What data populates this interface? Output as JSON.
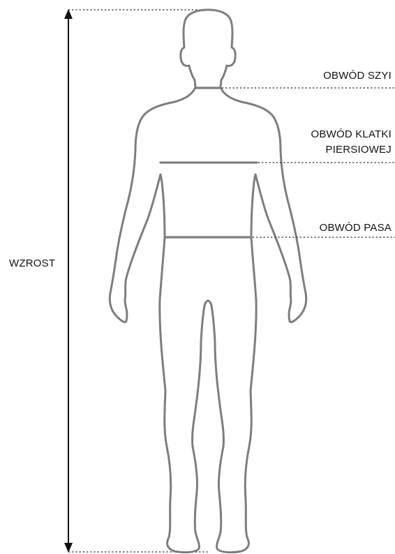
{
  "labels": {
    "neck": "OBWÓD SZYI",
    "chest_line1": "OBWÓD KLATKI",
    "chest_line2": "PIERSIOWEJ",
    "waist": "OBWÓD PASA",
    "height": "WZROST"
  },
  "colors": {
    "outline": "#7d7d7d",
    "text": "#111111",
    "arrow": "#111111",
    "background": "#ffffff"
  },
  "icons": {
    "height_arrow": "double-headed-vertical-arrow",
    "figure": "human-body-outline"
  }
}
